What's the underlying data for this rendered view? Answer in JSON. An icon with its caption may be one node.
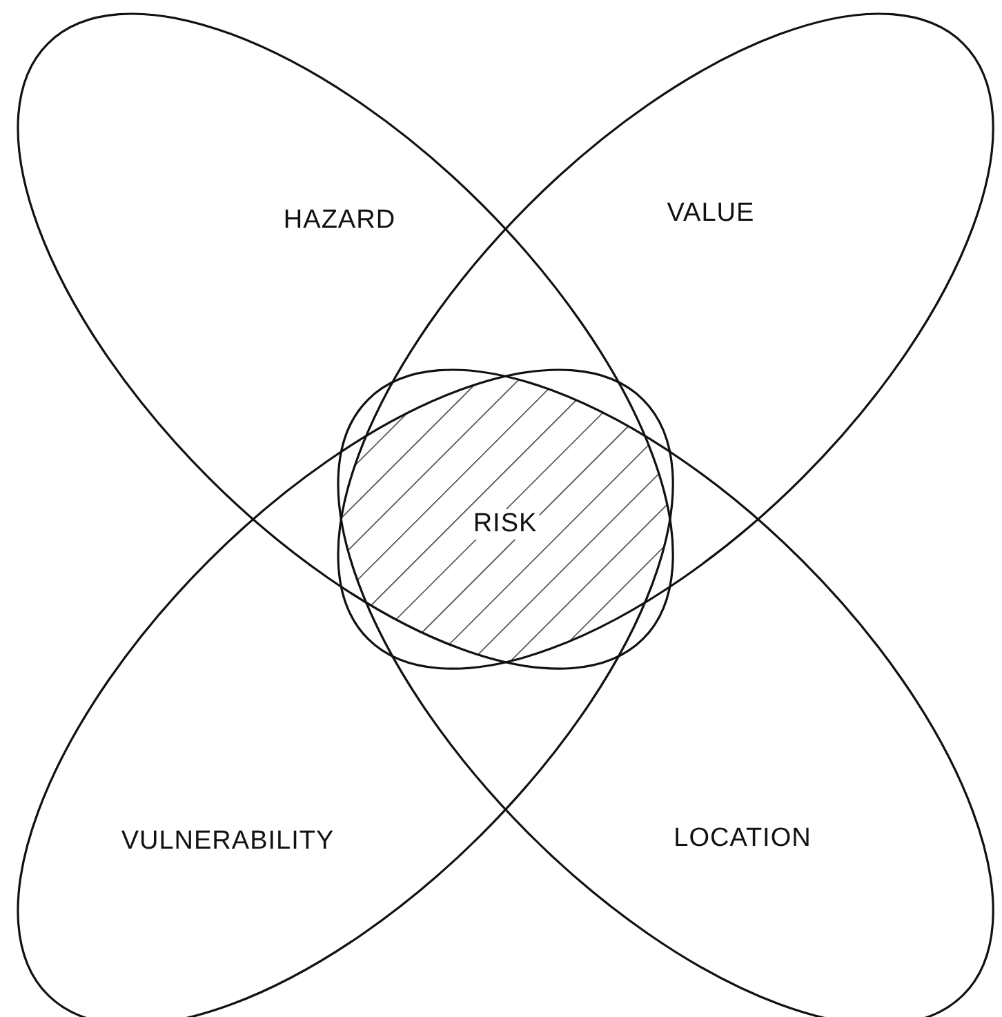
{
  "diagram": {
    "nodes": [
      {
        "text": [
          "HAZARD"
        ]
      },
      {
        "text": [
          "VALUE"
        ]
      },
      {
        "text": [
          "VULNERABILITY"
        ]
      },
      {
        "text": [
          "LOCATION"
        ]
      },
      {
        "text": [
          "RISK"
        ]
      }
    ],
    "edges": []
  }
}
